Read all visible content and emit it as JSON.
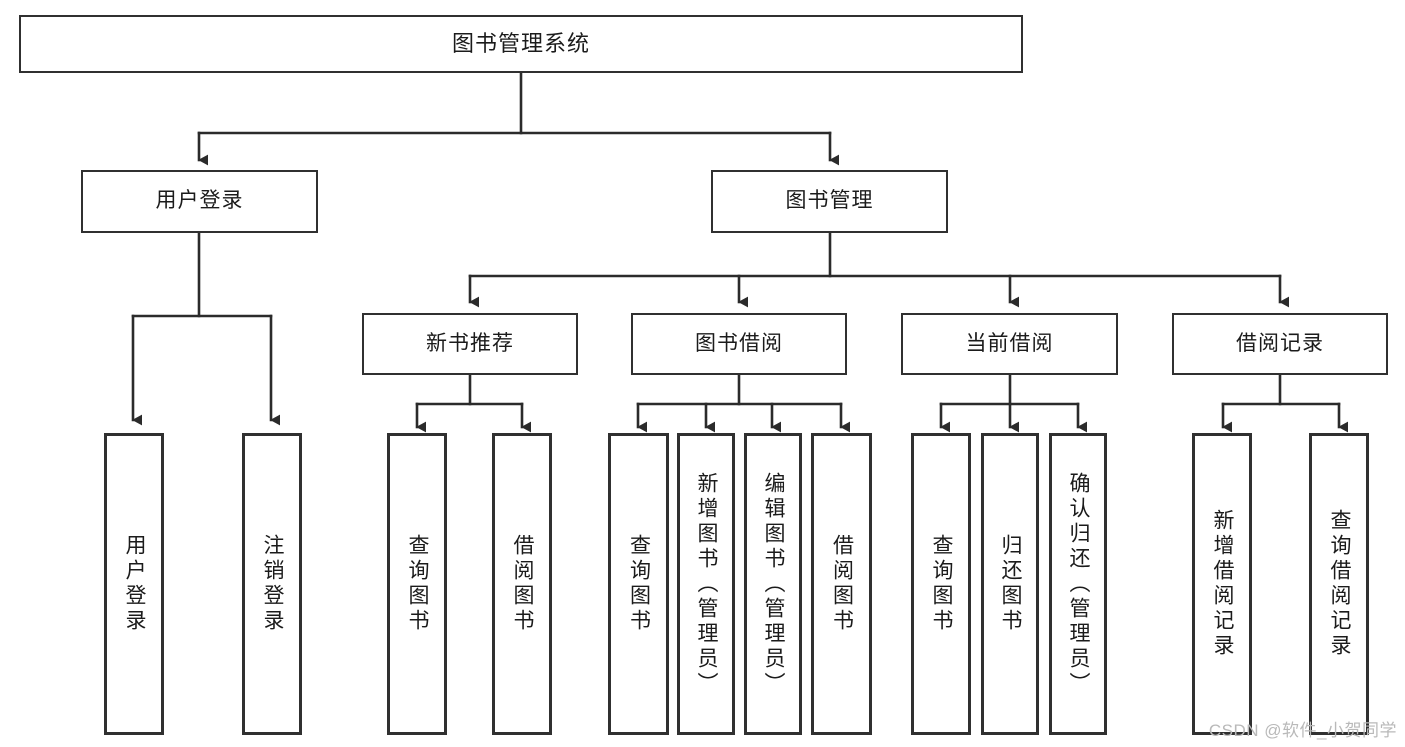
{
  "diagram": {
    "type": "tree-hierarchy",
    "title": "图书管理系统",
    "watermark": "CSDN @软件_小贺同学",
    "colors": {
      "box_border": "#303030",
      "box_fill": "#ffffff",
      "connector": "#2b2b2b",
      "text": "#1b1b1b",
      "watermark": "#b9b9b9"
    },
    "levels": {
      "root": {
        "label": "图书管理系统"
      },
      "level2": [
        {
          "id": "user-login",
          "label": "用户登录"
        },
        {
          "id": "book-manage",
          "label": "图书管理"
        }
      ],
      "level3": [
        {
          "id": "new-book-recommend",
          "label": "新书推荐",
          "parent": "book-manage"
        },
        {
          "id": "book-borrow",
          "label": "图书借阅",
          "parent": "book-manage"
        },
        {
          "id": "current-borrow",
          "label": "当前借阅",
          "parent": "book-manage"
        },
        {
          "id": "borrow-record",
          "label": "借阅记录",
          "parent": "book-manage"
        }
      ],
      "leaves": [
        {
          "id": "leaf-user-login",
          "label": "用户登录",
          "parent": "user-login"
        },
        {
          "id": "leaf-user-logout",
          "label": "注销登录",
          "parent": "user-login"
        },
        {
          "id": "leaf-query-book-1",
          "label": "查询图书",
          "parent": "new-book-recommend"
        },
        {
          "id": "leaf-borrow-book-1",
          "label": "借阅图书",
          "parent": "new-book-recommend"
        },
        {
          "id": "leaf-query-book-2",
          "label": "查询图书",
          "parent": "book-borrow"
        },
        {
          "id": "leaf-add-book",
          "label": "新增图书（管理员）",
          "parent": "book-borrow"
        },
        {
          "id": "leaf-edit-book",
          "label": "编辑图书（管理员）",
          "parent": "book-borrow"
        },
        {
          "id": "leaf-borrow-book-2",
          "label": "借阅图书",
          "parent": "book-borrow"
        },
        {
          "id": "leaf-query-book-3",
          "label": "查询图书",
          "parent": "current-borrow"
        },
        {
          "id": "leaf-return-book",
          "label": "归还图书",
          "parent": "current-borrow"
        },
        {
          "id": "leaf-confirm-return",
          "label": "确认归还（管理员）",
          "parent": "current-borrow"
        },
        {
          "id": "leaf-add-record",
          "label": "新增借阅记录",
          "parent": "borrow-record"
        },
        {
          "id": "leaf-query-record",
          "label": "查询借阅记录",
          "parent": "borrow-record"
        }
      ]
    }
  }
}
